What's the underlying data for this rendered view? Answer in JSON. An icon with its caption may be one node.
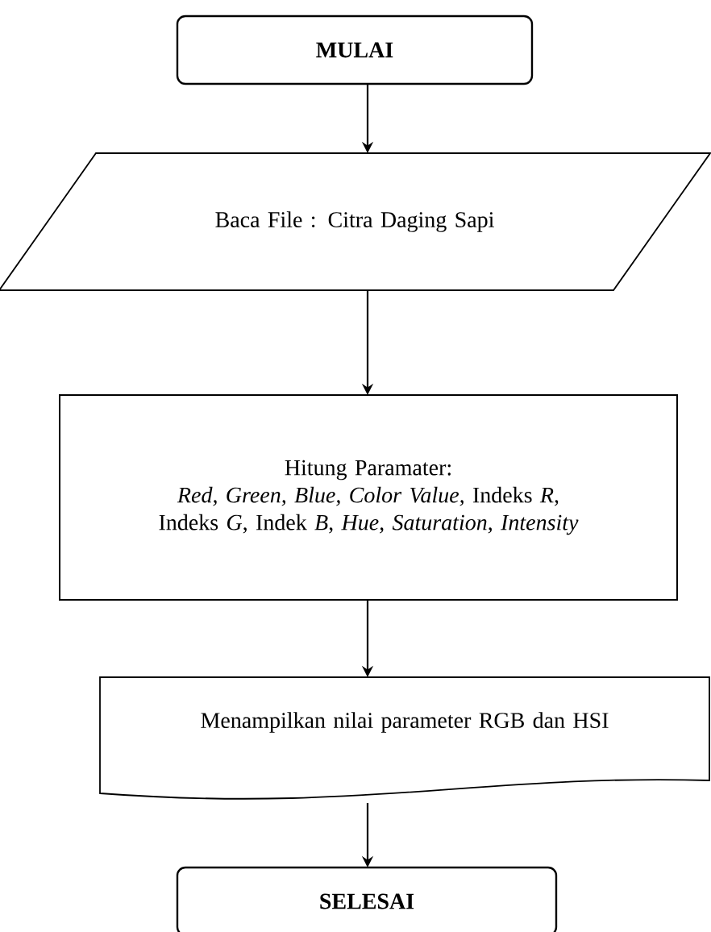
{
  "diagram": {
    "nodes": [
      {
        "text": [
          "MULAI"
        ]
      },
      {
        "text": [
          "Baca File : Citra Daging Sapi"
        ]
      },
      {
        "text": [
          "Hitung Paramater:",
          "*Red, Green, Blue, Color Value,* Indeks *R*, Indeks *G*, Indek *B*, *Hue, Saturation, Intensity*"
        ]
      },
      {
        "text": [
          "Menampilkan nilai parameter RGB dan HSI"
        ]
      },
      {
        "text": [
          "SELESAI"
        ]
      }
    ],
    "edges": [
      {
        "from": 0,
        "to": 1,
        "arrow": "to"
      },
      {
        "from": 1,
        "to": 2,
        "arrow": "to"
      },
      {
        "from": 2,
        "to": 3,
        "arrow": "to"
      },
      {
        "from": 3,
        "to": 4,
        "arrow": "to"
      }
    ]
  }
}
